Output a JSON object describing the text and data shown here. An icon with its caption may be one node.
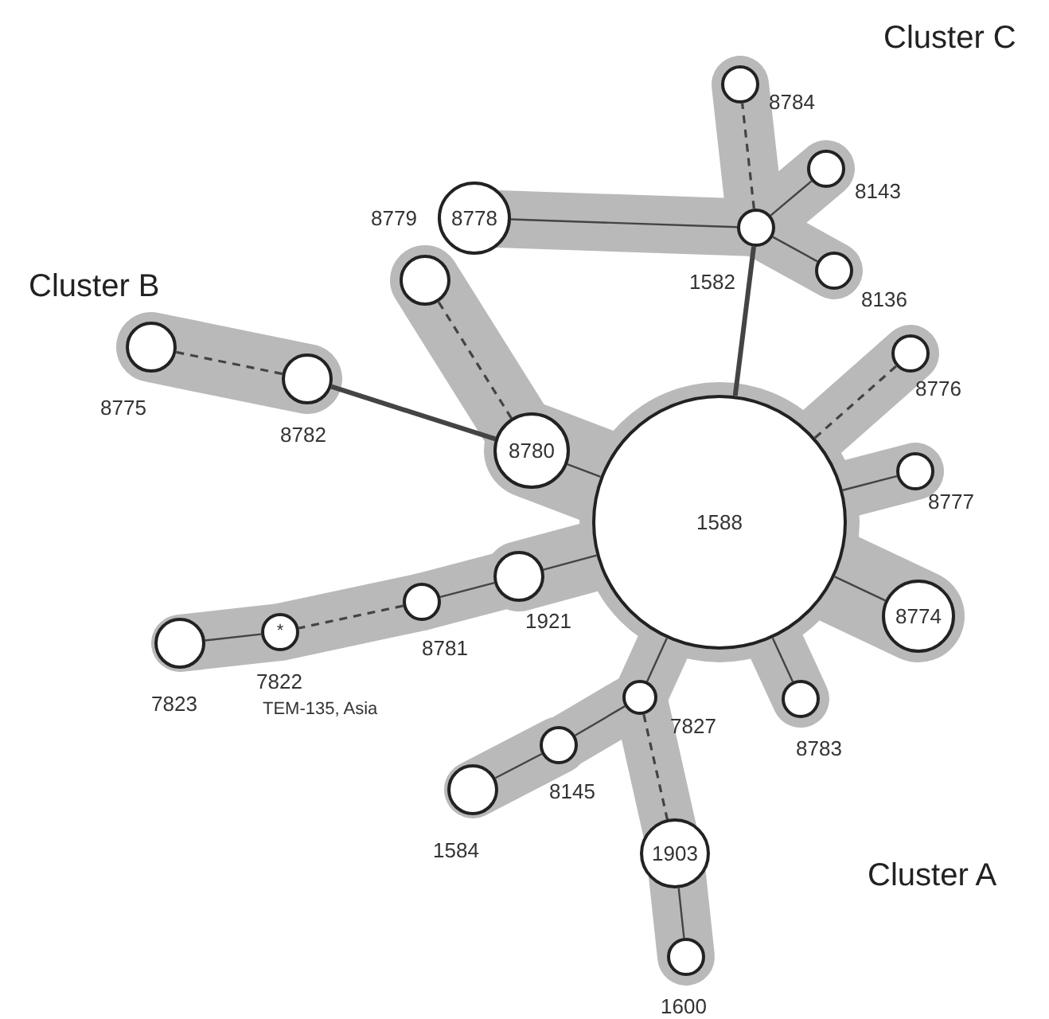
{
  "diagram": {
    "nodes": [
      {
        "text": [
          "1588"
        ]
      },
      {
        "text": [
          "8778"
        ]
      },
      {
        "text": [],
        "shape": "circle",
        "beside": [
          "1582"
        ]
      },
      {
        "text": [],
        "shape": "circle",
        "beside": [
          "8784"
        ]
      },
      {
        "text": [],
        "shape": "circle",
        "beside": [
          "8143"
        ]
      },
      {
        "text": [],
        "shape": "circle",
        "beside": [
          "8136"
        ]
      },
      {
        "text": [],
        "shape": "circle",
        "beside": [
          "8779"
        ]
      },
      {
        "text": [
          "8780"
        ]
      },
      {
        "text": [],
        "shape": "circle",
        "beside": [
          "8775"
        ]
      },
      {
        "text": [],
        "shape": "circle",
        "beside": [
          "8782"
        ]
      },
      {
        "text": [],
        "shape": "circle",
        "beside": [
          "8776"
        ]
      },
      {
        "text": [],
        "shape": "circle",
        "beside": [
          "8777"
        ]
      },
      {
        "text": [
          "8774"
        ]
      },
      {
        "text": [],
        "shape": "circle",
        "beside": [
          "8783"
        ]
      },
      {
        "text": [],
        "shape": "circle",
        "beside": [
          "1921"
        ]
      },
      {
        "text": [],
        "shape": "circle",
        "beside": [
          "8781"
        ]
      },
      {
        "text": [
          "*"
        ],
        "beside": [
          "7822",
          "TEM-135, Asia"
        ]
      },
      {
        "text": [],
        "shape": "circle",
        "beside": [
          "7823"
        ]
      },
      {
        "text": [],
        "shape": "circle",
        "beside": [
          "7827"
        ]
      },
      {
        "text": [],
        "shape": "circle",
        "beside": [
          "8145"
        ]
      },
      {
        "text": [],
        "shape": "circle",
        "beside": [
          "1584"
        ]
      },
      {
        "text": [
          "1903"
        ]
      },
      {
        "text": [],
        "shape": "circle",
        "beside": [
          "1600"
        ]
      }
    ],
    "edges": [
      {
        "from": 2,
        "to": 0,
        "arrow": "none",
        "style": "thick"
      },
      {
        "from": 2,
        "to": 3,
        "arrow": "none",
        "style": "dashed"
      },
      {
        "from": 2,
        "to": 4,
        "arrow": "none"
      },
      {
        "from": 2,
        "to": 5,
        "arrow": "none"
      },
      {
        "from": 2,
        "to": 1,
        "arrow": "none"
      },
      {
        "from": 7,
        "to": 6,
        "arrow": "none",
        "style": "dashed"
      },
      {
        "from": 7,
        "to": 9,
        "arrow": "none",
        "style": "thick"
      },
      {
        "from": 9,
        "to": 8,
        "arrow": "none",
        "style": "dashed"
      },
      {
        "from": 0,
        "to": 7,
        "arrow": "none"
      },
      {
        "from": 0,
        "to": 10,
        "arrow": "none",
        "style": "dashed"
      },
      {
        "from": 0,
        "to": 11,
        "arrow": "none"
      },
      {
        "from": 0,
        "to": 12,
        "arrow": "none"
      },
      {
        "from": 0,
        "to": 13,
        "arrow": "none"
      },
      {
        "from": 0,
        "to": 14,
        "arrow": "none"
      },
      {
        "from": 14,
        "to": 15,
        "arrow": "none"
      },
      {
        "from": 15,
        "to": 16,
        "arrow": "none",
        "style": "dashed"
      },
      {
        "from": 16,
        "to": 17,
        "arrow": "none"
      },
      {
        "from": 0,
        "to": 18,
        "arrow": "none"
      },
      {
        "from": 18,
        "to": 19,
        "arrow": "none"
      },
      {
        "from": 19,
        "to": 20,
        "arrow": "none"
      },
      {
        "from": 18,
        "to": 21,
        "arrow": "none",
        "style": "dashed"
      },
      {
        "from": 21,
        "to": 22,
        "arrow": "none"
      }
    ],
    "labels": [
      "Cluster C",
      "Cluster B",
      "Cluster A"
    ]
  }
}
